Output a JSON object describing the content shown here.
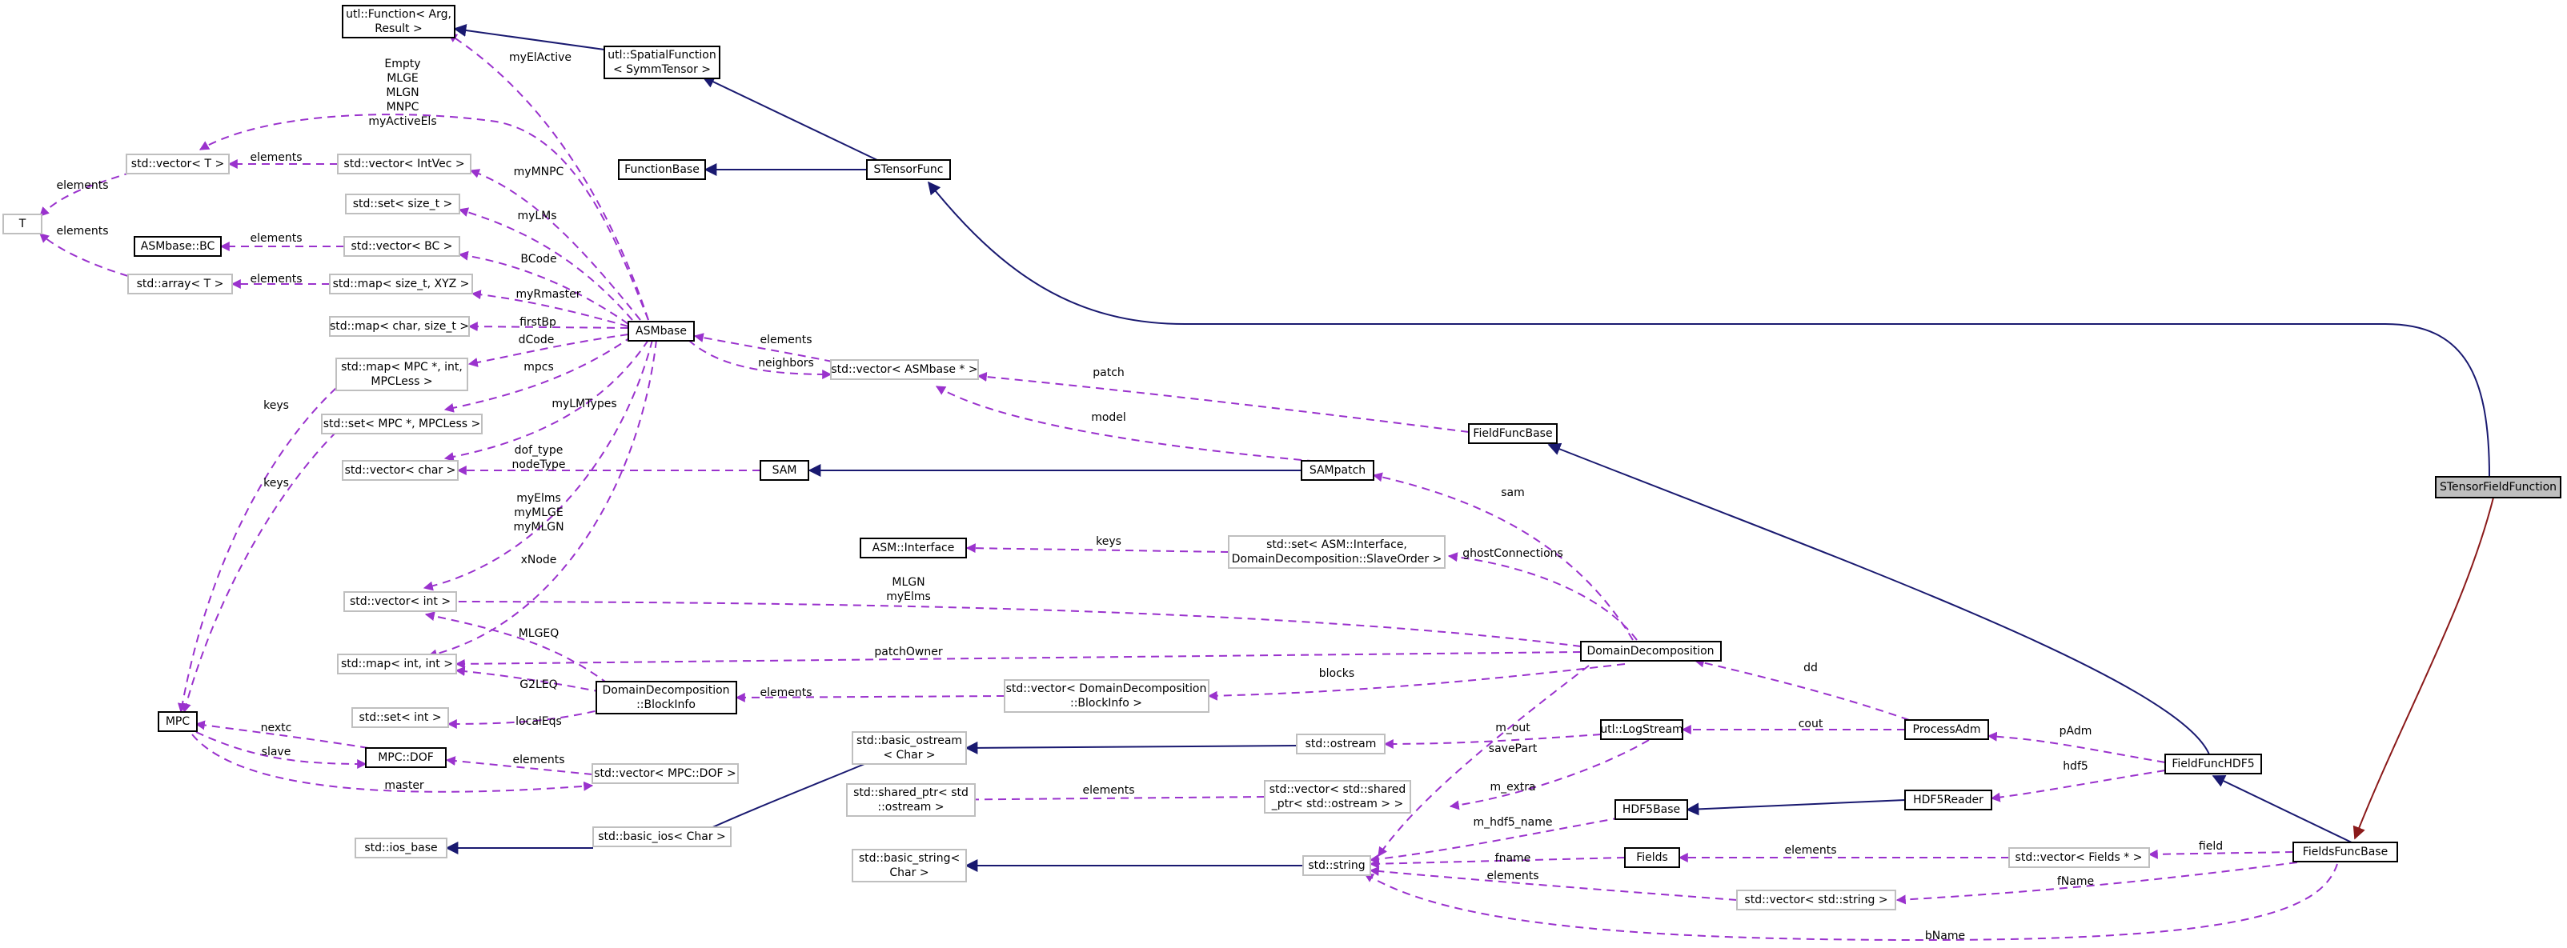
{
  "colors": {
    "inheritance": "#191970",
    "template_instance": "#8b1a1a",
    "usage": "#9a32cd",
    "focus_fill": "#bfbfbf",
    "gray_border": "#bfbfbf"
  },
  "nodes": {
    "util_function": [
      "utl::Function< Arg,",
      "Result >"
    ],
    "spatial_function": [
      "utl::SpatialFunction",
      "< SymmTensor >"
    ],
    "function_base": [
      "FunctionBase"
    ],
    "stensor_func": [
      "STensorFunc"
    ],
    "stensor_field_function": [
      "STensorFieldFunction"
    ],
    "vector_t": [
      "std::vector< T >"
    ],
    "vector_intvec": [
      "std::vector< IntVec >"
    ],
    "t": [
      "T"
    ],
    "set_size_t": [
      "std::set< size_t >"
    ],
    "asmbase_bc": [
      "ASMbase::BC"
    ],
    "vector_bc": [
      "std::vector< BC >"
    ],
    "array_t": [
      "std::array< T >"
    ],
    "map_size_t_xyz": [
      "std::map< size_t, XYZ >"
    ],
    "map_char_size_t": [
      "std::map< char, size_t >"
    ],
    "asmbase": [
      "ASMbase"
    ],
    "vector_asmbase_ptr": [
      "std::vector< ASMbase * >"
    ],
    "map_mpc_int": [
      "std::map< MPC *, int,",
      "MPCLess >"
    ],
    "set_mpc": [
      "std::set< MPC *, MPCLess >"
    ],
    "field_func_base": [
      "FieldFuncBase"
    ],
    "vector_char": [
      "std::vector< char >"
    ],
    "sam": [
      "SAM"
    ],
    "sampatch": [
      "SAMpatch"
    ],
    "asm_interface": [
      "ASM::Interface"
    ],
    "set_asm_interface": [
      "std::set< ASM::Interface,",
      "DomainDecomposition::SlaveOrder >"
    ],
    "vector_int": [
      "std::vector< int >"
    ],
    "domain_decomposition": [
      "DomainDecomposition"
    ],
    "map_int_int": [
      "std::map< int, int >"
    ],
    "block_info": [
      "DomainDecomposition",
      "::BlockInfo"
    ],
    "vector_block_info": [
      "std::vector< DomainDecomposition",
      "::BlockInfo >"
    ],
    "mpc": [
      "MPC"
    ],
    "set_int": [
      "std::set< int >"
    ],
    "mpc_dof": [
      "MPC::DOF"
    ],
    "vector_mpc_dof": [
      "std::vector< MPC::DOF >"
    ],
    "basic_ostream": [
      "std::basic_ostream",
      "< Char >"
    ],
    "ostream": [
      "std::ostream"
    ],
    "log_stream": [
      "utl::LogStream"
    ],
    "process_adm": [
      "ProcessAdm"
    ],
    "shared_ptr_ostream": [
      "std::shared_ptr< std",
      "::ostream >"
    ],
    "vector_shared_ptr": [
      "std::vector< std::shared",
      "_ptr< std::ostream > >"
    ],
    "field_func_hdf5": [
      "FieldFuncHDF5"
    ],
    "basic_ios": [
      "std::basic_ios< Char >"
    ],
    "ios_base": [
      "std::ios_base"
    ],
    "hdf5_base": [
      "HDF5Base"
    ],
    "hdf5_reader": [
      "HDF5Reader"
    ],
    "basic_string": [
      "std::basic_string<",
      "Char >"
    ],
    "std_string": [
      "std::string"
    ],
    "fields": [
      "Fields"
    ],
    "vector_fields_ptr": [
      "std::vector< Fields * >"
    ],
    "fields_func_base": [
      "FieldsFuncBase"
    ],
    "vector_std_string": [
      "std::vector< std::string >"
    ]
  },
  "edge_labels": {
    "myElActive": "myElActive",
    "asm_vector_t": [
      "Empty",
      "MLGE",
      "MLGN",
      "MNPC",
      "myActiveEls"
    ],
    "vt_elements": "elements",
    "vt_t_elements": "elements",
    "array_t_elements": "elements",
    "myMNPC": "myMNPC",
    "myLMs": "myLMs",
    "bc_elements": "elements",
    "BCode": "BCode",
    "xyz_elements": "elements",
    "myRmaster": "myRmaster",
    "firstBp": "firstBp",
    "dCode": "dCode",
    "asm_elements": "elements",
    "neighbors": "neighbors",
    "mpcs": "mpcs",
    "myLMTypes": "myLMTypes",
    "keys_map": "keys",
    "keys_set": "keys",
    "dof_type": [
      "dof_type",
      "nodeType"
    ],
    "patch": "patch",
    "model": "model",
    "sam": "sam",
    "myElms": [
      "myElms",
      "myMLGE",
      "myMLGN"
    ],
    "xNode": "xNode",
    "asm_keys": "keys",
    "ghostConnections": "ghostConnections",
    "mlgn_myElms": [
      "MLGN",
      "myElms"
    ],
    "MLGEQ": "MLGEQ",
    "patchOwner": "patchOwner",
    "G2LEQ": "G2LEQ",
    "bi_elements": "elements",
    "blocks": "blocks",
    "localEqs": "localEqs",
    "dd": "dd",
    "nextc": "nextc",
    "slave": "slave",
    "dof_elements": "elements",
    "master": "master",
    "cout": "cout",
    "m_out": "m_out",
    "savePart": "savePart",
    "pAdm": "pAdm",
    "sp_elements": "elements",
    "m_extra": "m_extra",
    "hdf5": "hdf5",
    "m_hdf5_name": "m_hdf5_name",
    "fname": "fname",
    "fields_elements": "elements",
    "field": "field",
    "str_elements": "elements",
    "fName": "fName",
    "bName": "bName"
  }
}
